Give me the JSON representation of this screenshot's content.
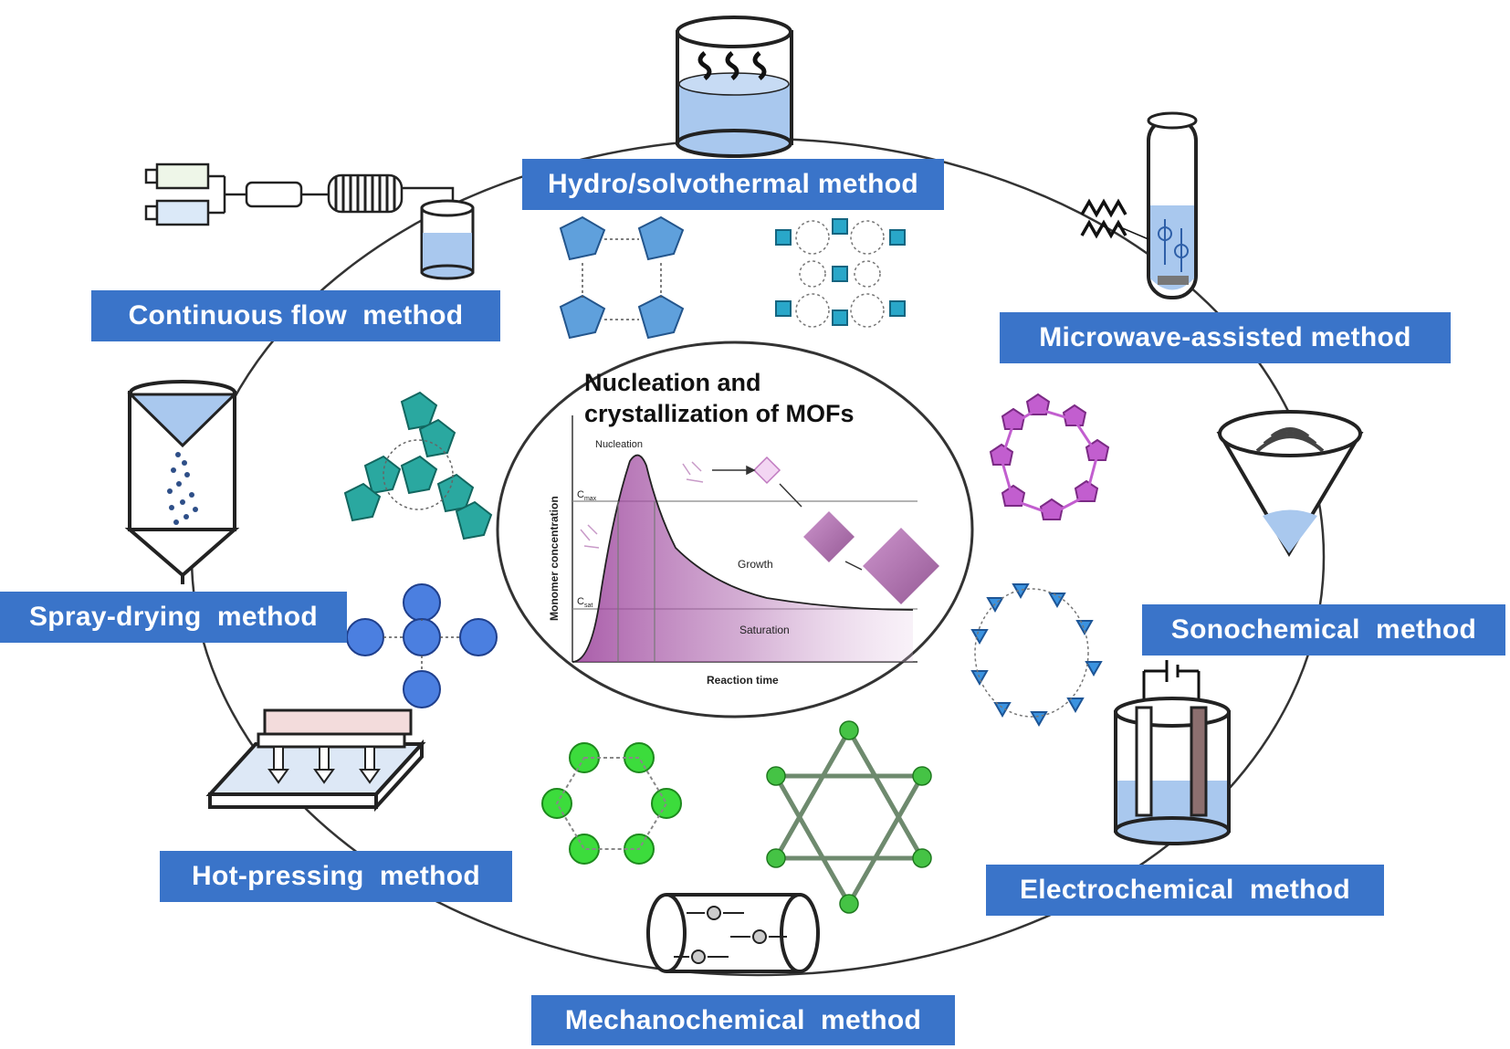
{
  "methods": [
    {
      "id": "hydro",
      "label": "Hydro/solvothermal method"
    },
    {
      "id": "microwave",
      "label": "Microwave-assisted method"
    },
    {
      "id": "sono",
      "label": "Sonochemical  method"
    },
    {
      "id": "electro",
      "label": "Electrochemical  method"
    },
    {
      "id": "mechano",
      "label": "Mechanochemical  method"
    },
    {
      "id": "hotpress",
      "label": "Hot-pressing  method"
    },
    {
      "id": "spray",
      "label": "Spray-drying  method"
    },
    {
      "id": "flow",
      "label": "Continuous flow  method"
    }
  ],
  "center": {
    "title_line1": "Nucleation and",
    "title_line2": "crystallization of MOFs",
    "ylabel": "Monomer concentration",
    "xlabel": "Reaction time",
    "nucleation": "Nucleation",
    "growth": "Growth",
    "saturation": "Saturation",
    "c_max": "C",
    "c_max_sub": "max",
    "c_sat": "C",
    "c_sat_sub": "sat"
  },
  "colors": {
    "label_bg": "#3a74c9",
    "liquid": "#a9c8ee",
    "curve_fill": "#a64ca6"
  }
}
